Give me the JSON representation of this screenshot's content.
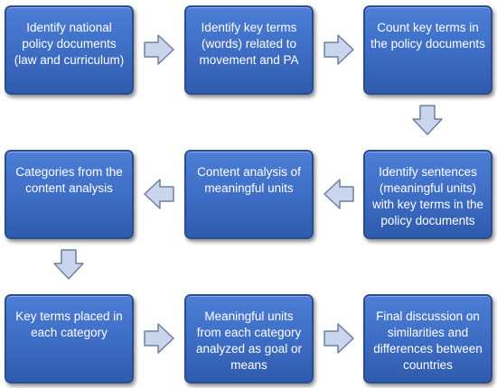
{
  "steps": [
    {
      "label": "Identify national policy documents (law and curriculum)"
    },
    {
      "label": "Identify key terms (words) related to movement and PA"
    },
    {
      "label": "Count key terms  in the policy documents"
    },
    {
      "label": "Categories from the content analysis"
    },
    {
      "label": "Content analysis of meaningful units"
    },
    {
      "label": "Identify sentences (meaningful units) with key terms in the policy documents"
    },
    {
      "label": "Key terms placed in each category"
    },
    {
      "label": "Meaningful units from each category analyzed as goal or means"
    },
    {
      "label": "Final discussion on similarities and differences between countries"
    }
  ],
  "colors": {
    "box_fill": "#3f6fc7",
    "box_border": "#2a4d8c",
    "box_text": "#ffffff",
    "arrow_fill": "#c9d6ee",
    "arrow_border": "#6f7f9c"
  }
}
